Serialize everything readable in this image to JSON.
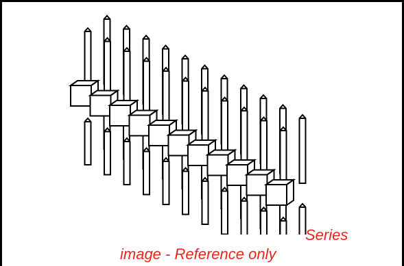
{
  "image": {
    "subject": "pin-header-connector-drawing",
    "pin_rows": 2,
    "pins_per_row": 11
  },
  "caption": {
    "line1": "Series",
    "line2": "image - Reference only",
    "color": "#e8251d"
  },
  "colors": {
    "border": "#000000",
    "drawing": "#000000",
    "background": "#ffffff"
  }
}
